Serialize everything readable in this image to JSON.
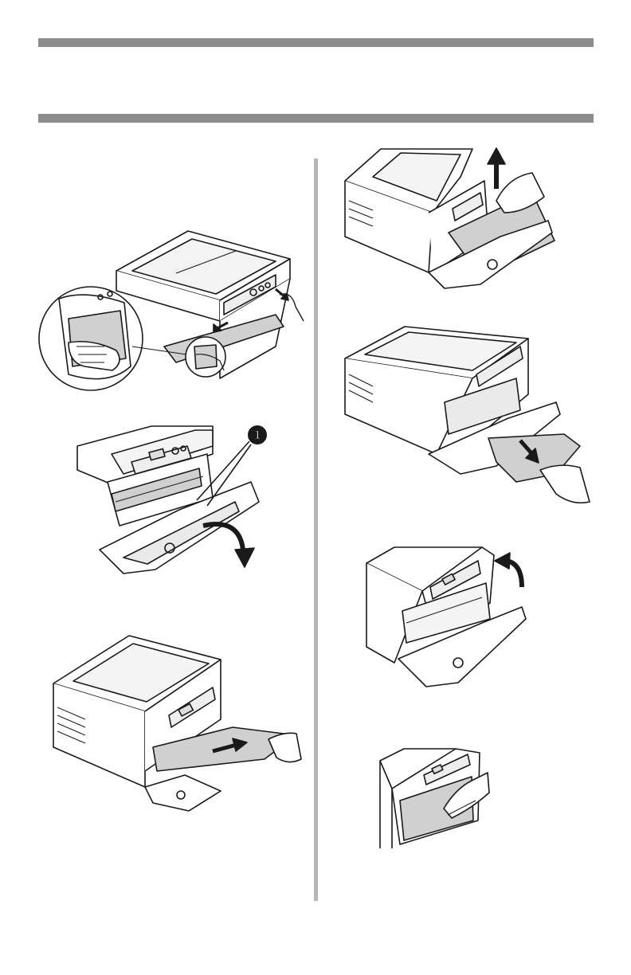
{
  "page": {
    "title": "",
    "section_heading": ""
  },
  "figures": [
    {
      "id": "fig-1",
      "subject": "printer-front-cover-release"
    },
    {
      "id": "fig-2",
      "subject": "open-front-cover",
      "callout": "1"
    },
    {
      "id": "fig-3",
      "subject": "pull-jammed-sheet-forward"
    },
    {
      "id": "fig-4",
      "subject": "lift-sheet-from-fuser"
    },
    {
      "id": "fig-5",
      "subject": "remove-sheet-from-front"
    },
    {
      "id": "fig-6",
      "subject": "close-front-cover"
    },
    {
      "id": "fig-7",
      "subject": "push-cover-closed"
    }
  ],
  "colors": {
    "rule": "#8c8c8c",
    "divider": "#b5b5b5",
    "line_art": "#1a1a1a",
    "paper_fill": "#d0d0d0"
  },
  "icons": {
    "callout": "circled-number-1",
    "motion": "arrow"
  }
}
